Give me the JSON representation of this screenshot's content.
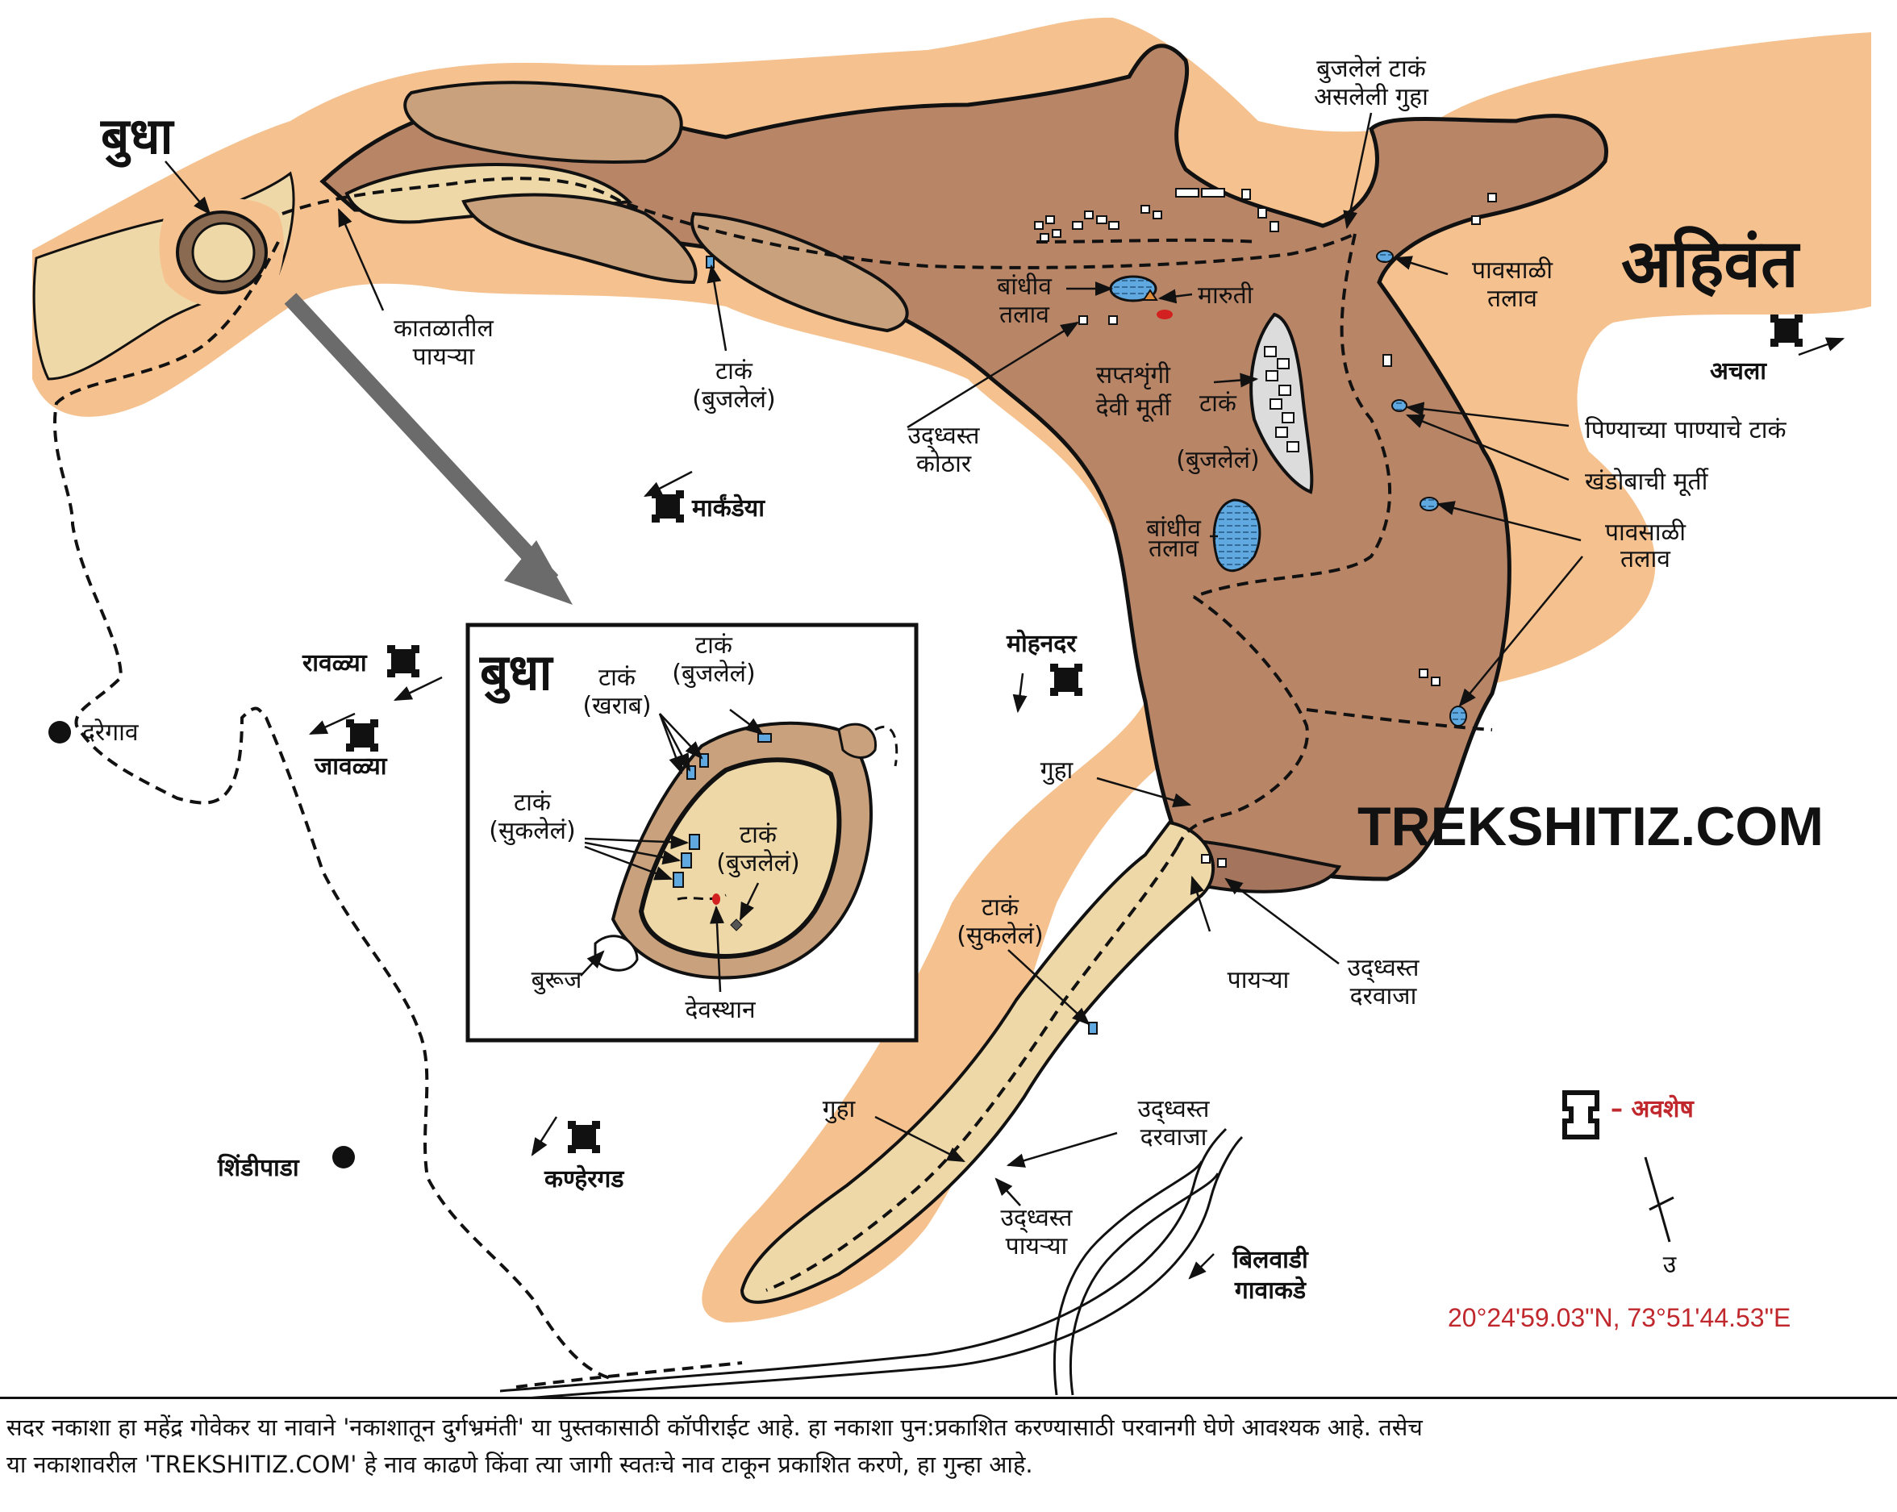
{
  "colors": {
    "outer_slope": "#f5c18f",
    "plateau": "#b98567",
    "lower_rock": "#a4745c",
    "terrace": "#c9a27d",
    "path_light": "#efd8a8",
    "water": "#5fa9e0",
    "ink": "#111111",
    "accent_red": "#c0282d",
    "arrow_grey": "#6b6b6b"
  },
  "forts": {
    "ahivant": "अहिवंत",
    "budha": "बुधा",
    "budha_inset": "बुधा"
  },
  "watermark": "TREKSHITIZ.COM",
  "labels": {
    "katlatil_payrya": [
      "कातळातील",
      "पायऱ्या"
    ],
    "taak_bujlelela_w": [
      "टाकं",
      "(बुजलेलं)"
    ],
    "bandhiv_talav_1": [
      "बांधीव",
      "तलाव"
    ],
    "maruti": "मारुती",
    "saptashrungi": [
      "सप्तशृंगी",
      "देवी मूर्ती"
    ],
    "udhvasta_kothar": [
      "उद्ध्वस्त",
      "कोठार"
    ],
    "taak_bujlelela_c": [
      "टाकं",
      "(बुजलेलं)"
    ],
    "bandhiv_talav_2": [
      "बांधीव",
      "तलाव"
    ],
    "bujlela_taak_guha": [
      "बुजलेलं टाकं",
      "असलेली गुहा"
    ],
    "pavsali_talav_1": [
      "पावसाळी",
      "तलाव"
    ],
    "pinyache_taak": "पिण्याच्या पाण्याचे टाकं",
    "khandoba": "खंडोबाची मूर्ती",
    "pavsali_talav_2": [
      "पावसाळी",
      "तलाव"
    ],
    "guha_1": "गुहा",
    "payrya_1": "पायऱ्या",
    "udhvasta_darwaja_1": [
      "उद्ध्वस्त",
      "दरवाजा"
    ],
    "taak_suklela_s": [
      "टाकं",
      "(सुकलेलं)"
    ],
    "guha_2": "गुहा",
    "udhvasta_darwaja_2": [
      "उद्ध्वस्त",
      "दरवाजा"
    ],
    "udhvasta_payrya_2": [
      "उद्ध्वस्त",
      "पायऱ्या"
    ]
  },
  "inset_labels": {
    "taak_kharab": [
      "टाकं",
      "(खराब)"
    ],
    "taak_bujlelela_top": [
      "टाकं",
      "(बुजलेलं)"
    ],
    "taak_suklela": [
      "टाकं",
      "(सुकलेलं)"
    ],
    "taak_bujlelela_mid": [
      "टाकं",
      "(बुजलेलं)"
    ],
    "buruj": "बुरूज",
    "devsthan": "देवस्थान"
  },
  "neighbours": {
    "achala": "अचला",
    "markandeya": "मार्कंडेया",
    "mohandar": "मोहनदर",
    "ravlya": "रावळ्या",
    "javlya": "जावळ्या",
    "kanheragad": "कण्हेरगड"
  },
  "villages": {
    "daregaon": "दरेगाव",
    "shindipada": "शिंडीपाडा"
  },
  "direction": [
    "बिलवाडी",
    "गावाकडे"
  ],
  "legend": {
    "remains": "– अवशेष"
  },
  "north_label": "उ",
  "coordinates": "20°24'59.03\"N, 73°51'44.53\"E",
  "footer": {
    "line1": "सदर नकाशा हा महेंद्र गोवेकर या नावाने 'नकाशातून दुर्गभ्रमंती' या पुस्तकासाठी कॉपीराईट आहे. हा नकाशा पुन:प्रकाशित करण्यासाठी परवानगी घेणे आवश्यक आहे. तसेच",
    "line2": "या नकाशावरील 'TREKSHITIZ.COM' हे नाव काढणे किंवा त्या जागी स्वतःचे नाव टाकून प्रकाशित करणे, हा गुन्हा आहे."
  }
}
